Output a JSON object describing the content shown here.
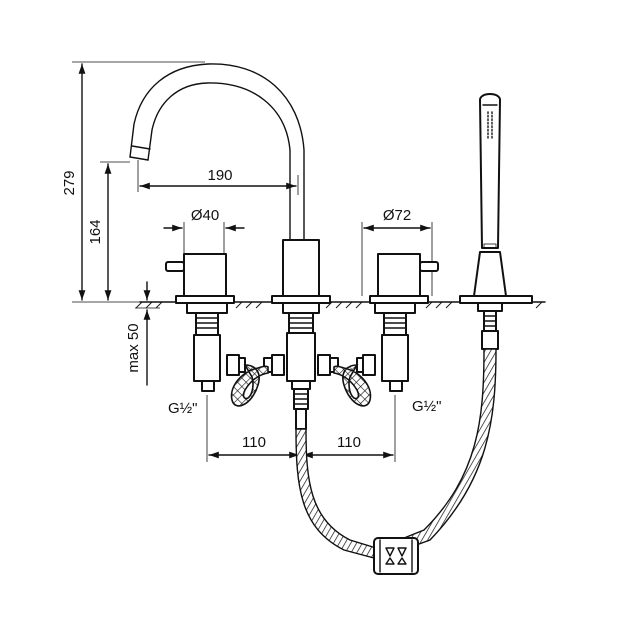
{
  "dimensions": {
    "total_height": "279",
    "spout_height": "164",
    "spout_reach": "190",
    "handle_diameter": "Ø40",
    "escutcheon_diameter": "Ø72",
    "deck_thickness": "max 50",
    "spacing_left": "110",
    "spacing_right": "110"
  },
  "connections": {
    "left_thread": "G½\"",
    "right_thread": "G½\""
  },
  "colors": {
    "line": "#111111",
    "background": "#ffffff"
  }
}
